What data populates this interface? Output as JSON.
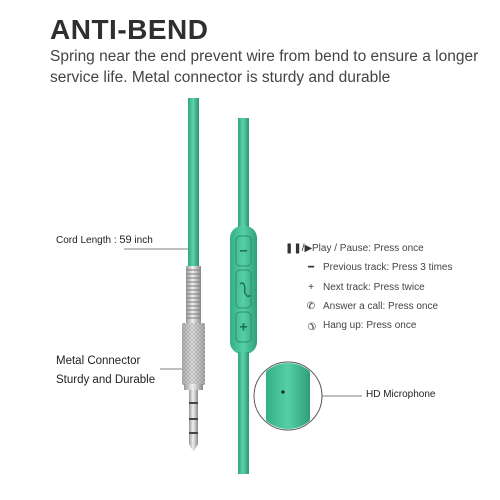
{
  "header": {
    "title": "ANTI-BEND",
    "description": "Spring near the end prevent wire from bend to ensure a longer service life. Metal connector is sturdy and durable"
  },
  "labels": {
    "cord_length_prefix": "Cord Length :",
    "cord_length_value": "59",
    "cord_length_unit": "inch",
    "metal_connector": "Metal Connector",
    "sturdy_durable": "Sturdy and Durable",
    "hd_microphone": "HD Microphone"
  },
  "controls": [
    {
      "icon": "play-pause-icon",
      "glyph": "❚❚/▶",
      "text": "Play / Pause: Press once"
    },
    {
      "icon": "minus-icon",
      "glyph": "━",
      "text": "Previous track: Press 3 times"
    },
    {
      "icon": "plus-icon",
      "glyph": "+",
      "text": "Next track: Press twice"
    },
    {
      "icon": "phone-answer-icon",
      "glyph": "✆",
      "text": "Answer a call: Press once"
    },
    {
      "icon": "phone-hangup-icon",
      "glyph": "✆",
      "text": "Hang up: Press once"
    }
  ],
  "colors": {
    "cable": "#3fbf94",
    "cable_shade": "#2fa37c",
    "metal": "#c8c8c8",
    "text": "#333333"
  }
}
